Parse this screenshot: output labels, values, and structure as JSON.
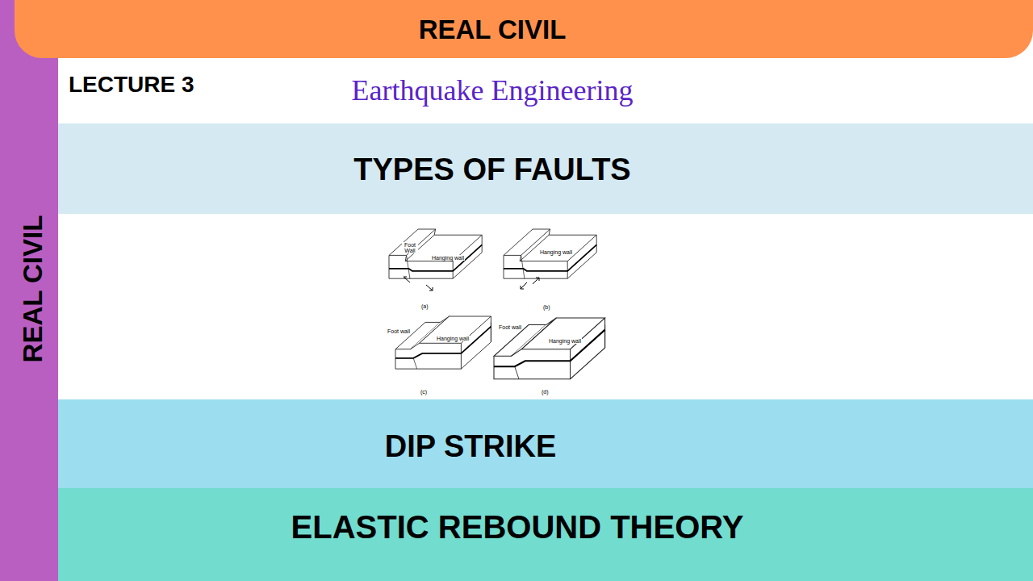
{
  "diagram": {
    "title": "Earthquake Engineering",
    "nodes": [
      {
        "text": [
          "REAL CIVIL"
        ]
      },
      {
        "text": [
          "REAL CIVIL"
        ]
      },
      {
        "text": [
          "TYPES OF FAULTS"
        ]
      },
      {
        "text": [
          "DIP STRIKE"
        ]
      },
      {
        "text": [
          "ELASTIC REBOUND THEORY"
        ]
      }
    ],
    "labels": [
      "LECTURE 3",
      "Foot Wall",
      "Hanging wall",
      "(a)",
      "Hanging wall",
      "(b)",
      "Foot wall",
      "Hanging wall",
      "(c)",
      "Foot wall",
      "Hanging wall",
      "(d)"
    ]
  }
}
